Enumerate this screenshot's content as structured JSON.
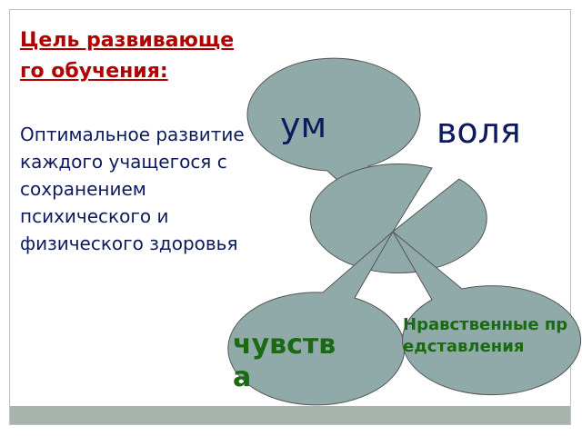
{
  "title": "Цель развивающего обучения:",
  "description": "Оптимальное развитие каждого учащегося с сохранением психического и физического здоровья",
  "bubbles": {
    "um": "ум",
    "volya": "воля",
    "chuvstva": "чувства",
    "moral": "Нравственные представления"
  },
  "colors": {
    "bubble_fill": "#8faaa8",
    "title": "#b00000",
    "text": "#0d1b5c",
    "green_text": "#1a6a12",
    "bottom_bar": "#a9b3ad"
  }
}
